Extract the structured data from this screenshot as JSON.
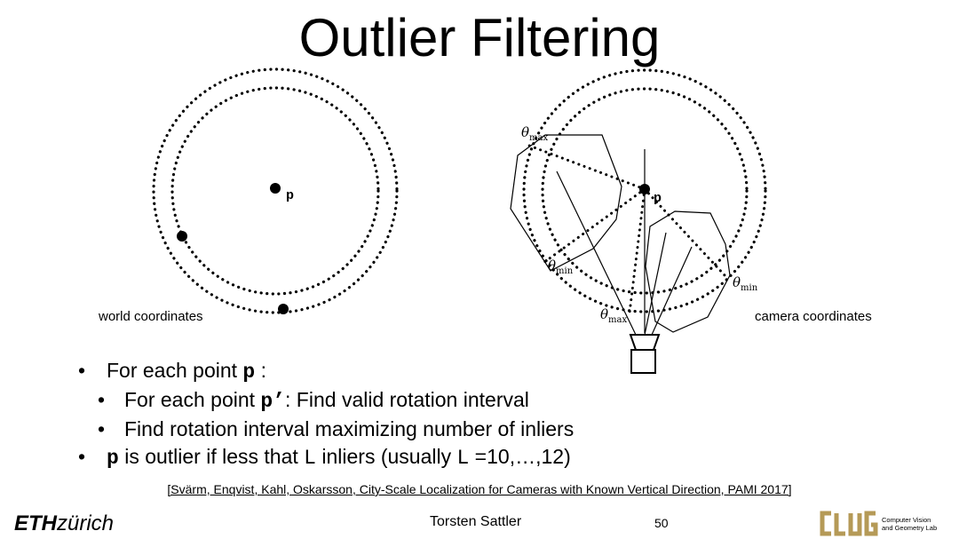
{
  "slide": {
    "title": "Outlier Filtering",
    "page_number": "50",
    "author": "Torsten Sattler"
  },
  "diagram_left": {
    "caption": "world coordinates",
    "point_label": "p"
  },
  "diagram_right": {
    "caption": "camera coordinates",
    "point_label": "p",
    "theta": "θ",
    "sub_max": "max",
    "sub_min": "min"
  },
  "bullets": {
    "b1_prefix": "For each point ",
    "b1_code": "p",
    "b1_suffix": " :",
    "b2_prefix": "For each point ",
    "b2_code": "p’",
    "b2_suffix": ": Find valid rotation interval",
    "b3": "Find rotation interval maximizing number of inliers",
    "b4_code": "p",
    "b4_mid": " is outlier if less that ",
    "b4_L1": "L",
    "b4_mid2": " inliers (usually ",
    "b4_L2": "L",
    "b4_suffix": " =10,…,12)",
    "bullet_char": "•"
  },
  "reference": "[Svärm, Enqvist, Kahl, Oskarsson, City-Scale Localization for Cameras with Known Vertical Direction, PAMI 2017]",
  "logos": {
    "eth_bold": "ETH",
    "eth_rest": "zürich",
    "cvg_line1": "Computer Vision",
    "cvg_line2": "and Geometry Lab"
  },
  "colors": {
    "cvg_gold": "#b59a57"
  }
}
